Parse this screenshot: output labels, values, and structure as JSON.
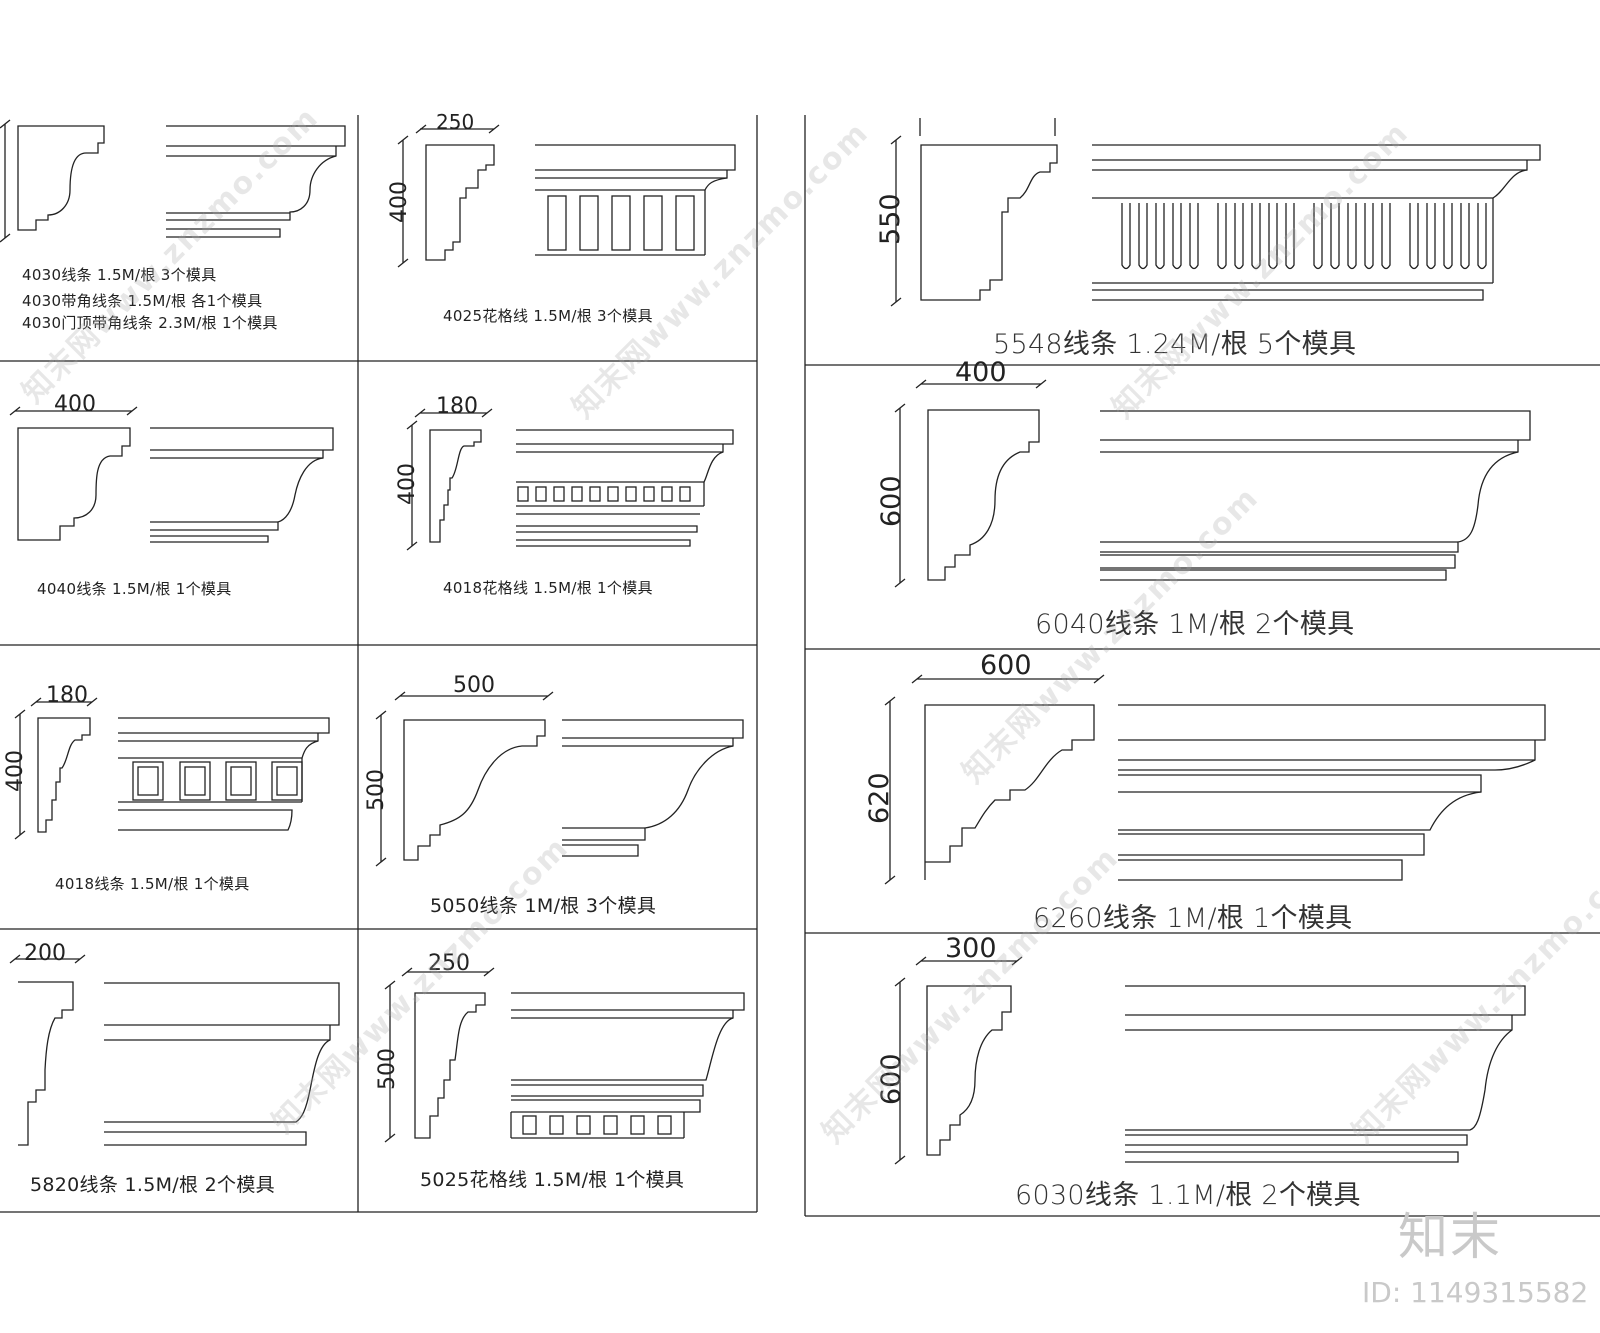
{
  "catalog": {
    "panels": [
      {
        "id": "4030",
        "label_lines": [
          "4030线条 1.5M/根 3个模具",
          "4030带角线条 1.5M/根 各1个模具",
          "4030门顶带角线条 2.3M/根 1个模具"
        ],
        "dims": []
      },
      {
        "id": "4025",
        "label_lines": [
          "4025花格线 1.5M/根 3个模具"
        ],
        "dims": [
          "250",
          "400"
        ]
      },
      {
        "id": "5548",
        "label_lines": [
          "5548线条 1.24M/根 5个模具"
        ],
        "dims": [
          "550"
        ]
      },
      {
        "id": "4040",
        "label_lines": [
          "4040线条 1.5M/根 1个模具"
        ],
        "dims": [
          "400"
        ]
      },
      {
        "id": "4018a",
        "label_lines": [
          "4018花格线 1.5M/根 1个模具"
        ],
        "dims": [
          "180",
          "400"
        ]
      },
      {
        "id": "6040",
        "label_lines": [
          "6040线条 1M/根 2个模具"
        ],
        "dims": [
          "400",
          "600"
        ]
      },
      {
        "id": "4018b",
        "label_lines": [
          "4018线条 1.5M/根 1个模具"
        ],
        "dims": [
          "180",
          "400"
        ]
      },
      {
        "id": "5050",
        "label_lines": [
          "5050线条 1M/根 3个模具"
        ],
        "dims": [
          "500",
          "500"
        ]
      },
      {
        "id": "6260",
        "label_lines": [
          "6260线条 1M/根 1个模具"
        ],
        "dims": [
          "600",
          "620"
        ]
      },
      {
        "id": "5820",
        "label_lines": [
          "5820线条 1.5M/根 2个模具"
        ],
        "dims": [
          "200"
        ]
      },
      {
        "id": "5025",
        "label_lines": [
          "5025花格线 1.5M/根 1个模具"
        ],
        "dims": [
          "250",
          "500"
        ]
      },
      {
        "id": "6030",
        "label_lines": [
          "6030线条 1.1M/根 2个模具"
        ],
        "dims": [
          "300",
          "600"
        ]
      }
    ]
  },
  "watermark": {
    "text": "知末网www.znzmo.com",
    "brand": "知末",
    "id_label": "ID: 1149315582"
  },
  "colors": {
    "line": "#222222",
    "background": "#ffffff",
    "watermark": "#c9c9c9"
  }
}
